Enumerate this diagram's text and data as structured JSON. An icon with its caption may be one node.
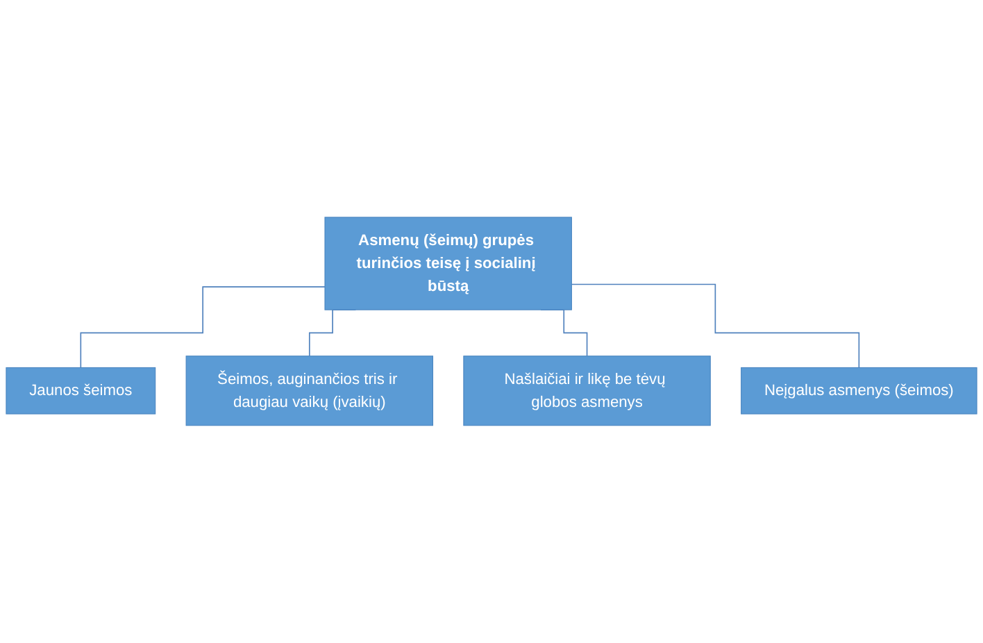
{
  "diagram": {
    "nodes": [
      {
        "text": [
          "Asmenų (šeimų) grupės turinčios teisę į socialinį būstą"
        ]
      },
      {
        "text": [
          "Jaunos šeimos"
        ]
      },
      {
        "text": [
          "Šeimos, auginančios tris ir daugiau vaikų (įvaikių)"
        ]
      },
      {
        "text": [
          "Našlaičiai ir likę be tėvų globos asmenys"
        ]
      },
      {
        "text": [
          "Neįgalus asmenys (šeimos)"
        ]
      }
    ],
    "edges": [
      {
        "from": 0,
        "to": 1,
        "arrow": "none"
      },
      {
        "from": 0,
        "to": 2,
        "arrow": "none"
      },
      {
        "from": 0,
        "to": 3,
        "arrow": "none"
      },
      {
        "from": 0,
        "to": 4,
        "arrow": "none"
      }
    ]
  }
}
